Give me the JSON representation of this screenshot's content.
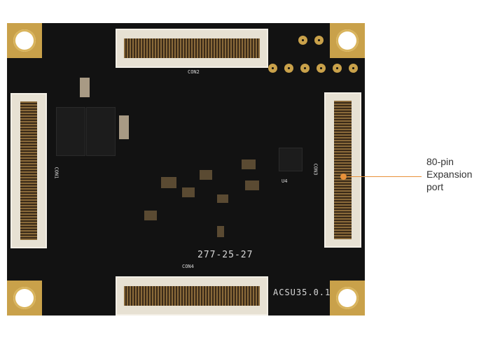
{
  "photo": {
    "subject": "pcb-board",
    "board_color": "#121212",
    "pad_color": "#c9a14a",
    "silkscreen": {
      "con1": "CON1",
      "con2": "CON2",
      "con3": "CON3",
      "con4": "CON4",
      "date_code": "277-25-27",
      "version": "ACSU35.0.1",
      "u4": "U4"
    }
  },
  "callout": {
    "line1": "80-pin",
    "line2": "Expansion",
    "line3": "port",
    "accent_color": "#e8913a"
  }
}
